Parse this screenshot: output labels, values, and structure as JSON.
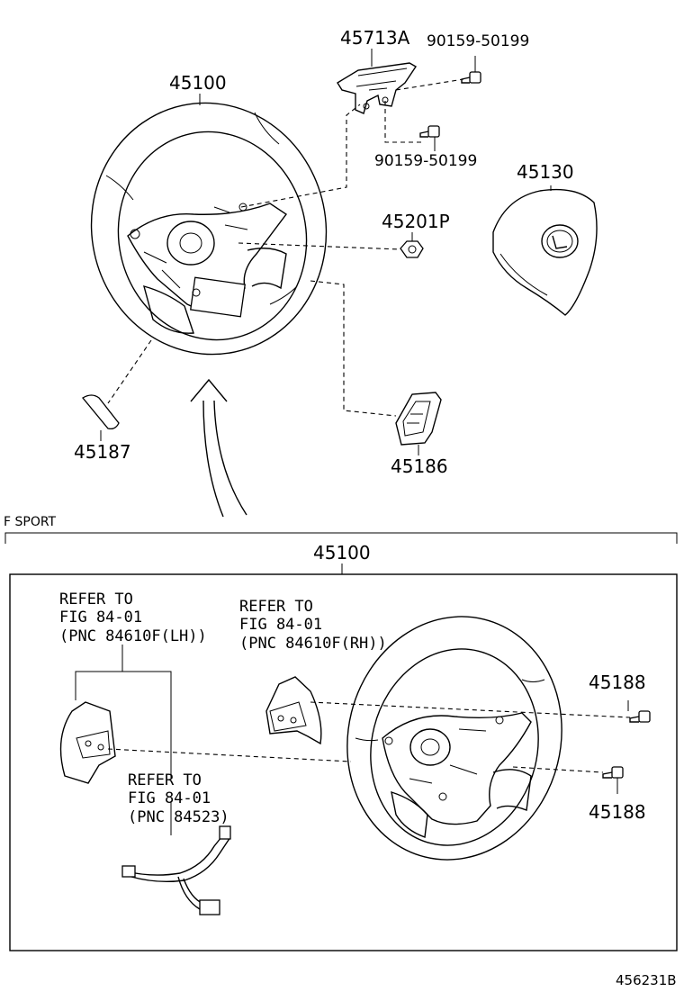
{
  "parts": {
    "p45713A": "45713A",
    "p90159_top": "90159-50199",
    "p90159_bottom": "90159-50199",
    "p45100_top": "45100",
    "p45130": "45130",
    "p45201P": "45201P",
    "p45187": "45187",
    "p45186": "45186",
    "p45100_fsport": "45100",
    "p45188_top": "45188",
    "p45188_bottom": "45188"
  },
  "section_label": "F SPORT",
  "references": {
    "lh": {
      "line1": "REFER TO",
      "line2": "FIG 84-01",
      "line3": "(PNC 84610F(LH))"
    },
    "rh": {
      "line1": "REFER TO",
      "line2": "FIG 84-01",
      "line3": "(PNC 84610F(RH))"
    },
    "harness": {
      "line1": "REFER TO",
      "line2": "FIG 84-01",
      "line3": "(PNC 84523)"
    }
  },
  "diagram_code": "456231B"
}
